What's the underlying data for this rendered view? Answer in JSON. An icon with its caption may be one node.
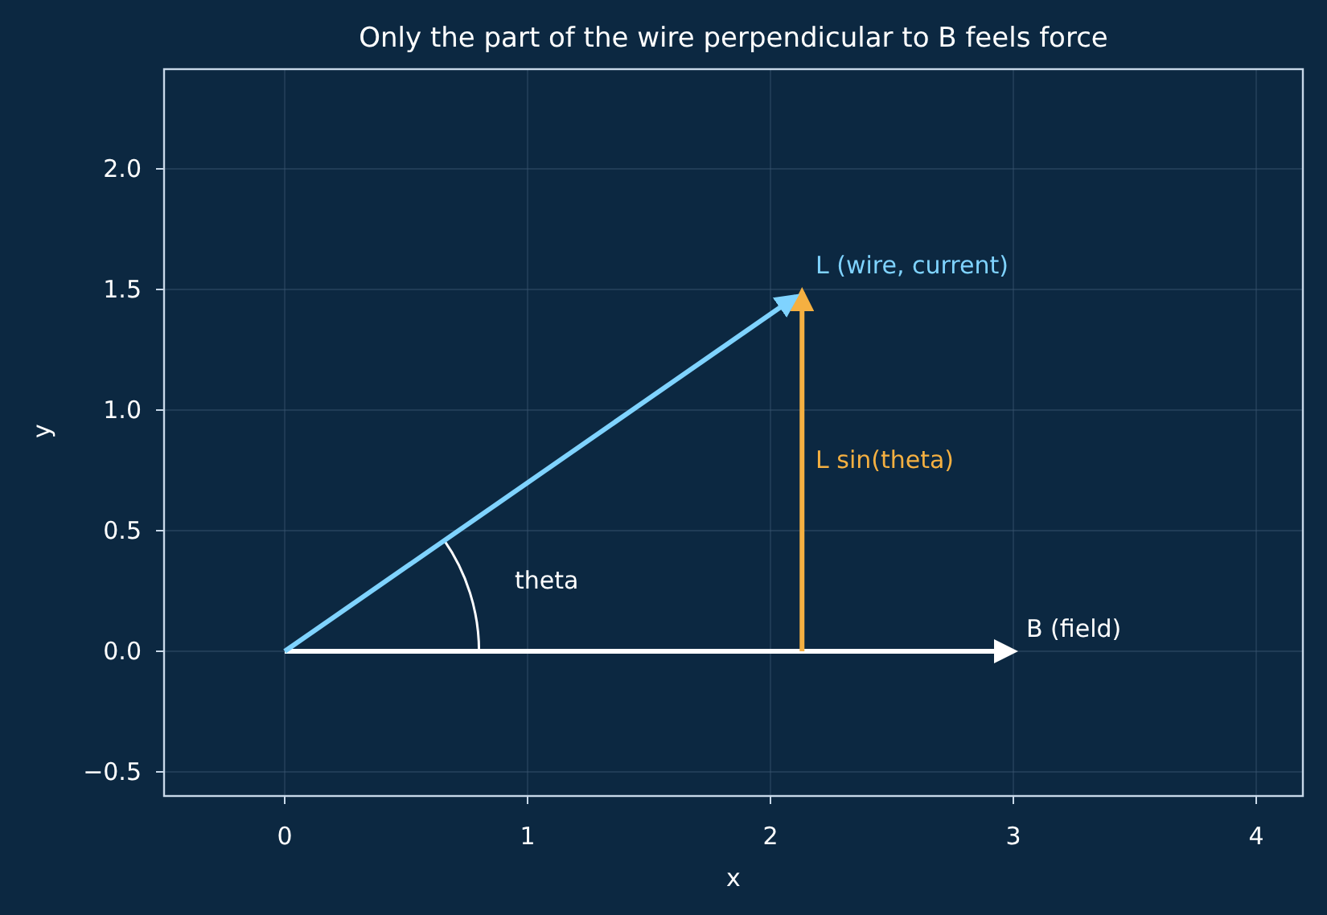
{
  "diagram": {
    "title": "Only the part of the wire perpendicular to B feels force",
    "labels": [
      "2.0",
      "1.5",
      "L (wire, current)",
      "1.0",
      "L sin(theta)",
      "0.5",
      "theta",
      "B (field)",
      "0.0",
      "−0.5",
      "y",
      "0",
      "1",
      "2",
      "3",
      "4",
      "x"
    ]
  }
}
